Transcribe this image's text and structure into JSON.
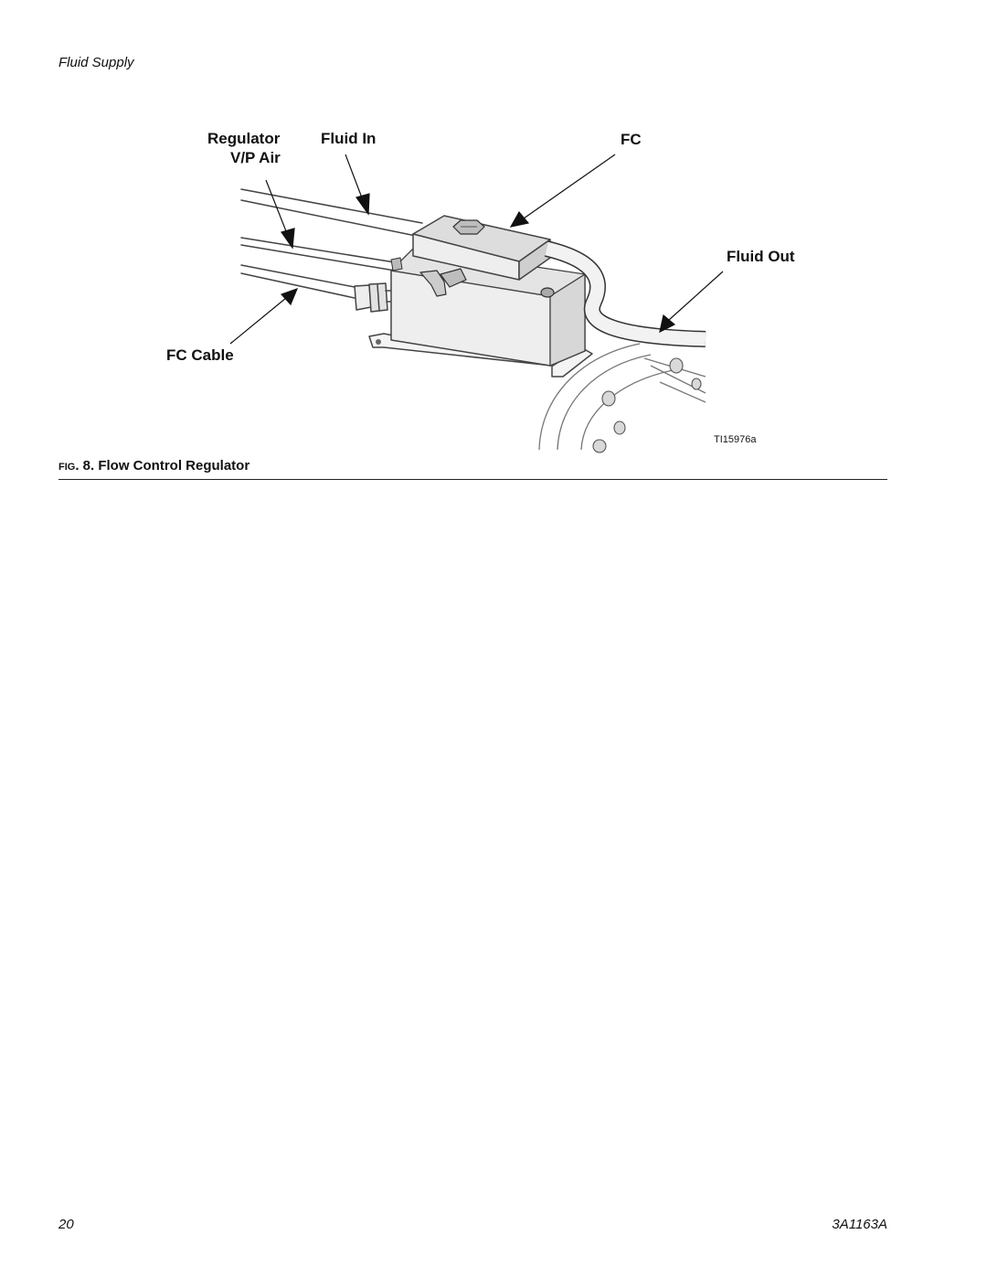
{
  "header": {
    "section_title": "Fluid Supply"
  },
  "figure": {
    "callouts": {
      "regulator": "Regulator",
      "vp_air": "V/P Air",
      "fluid_in": "Fluid In",
      "fc": "FC",
      "fluid_out": "Fluid Out",
      "fc_cable": "FC Cable"
    },
    "figure_id": "TI15976a",
    "caption_prefix": "FIG",
    "caption_text": ". 8. Flow Control Regulator"
  },
  "footer": {
    "page_number": "20",
    "doc_number": "3A1163A"
  }
}
